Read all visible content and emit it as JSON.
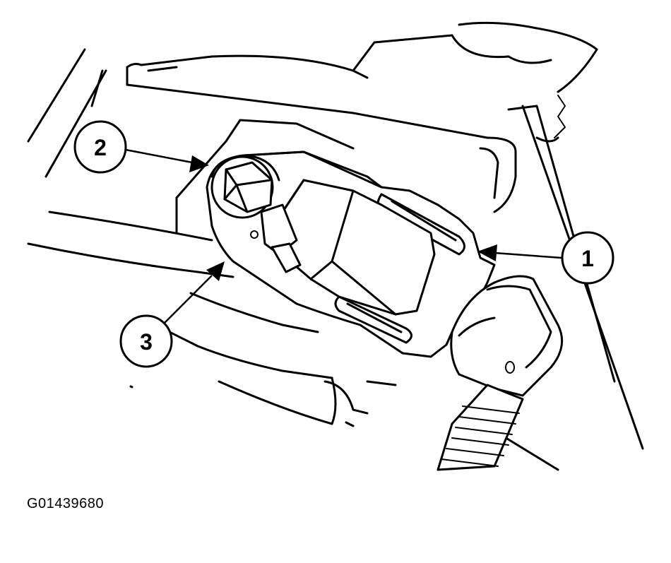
{
  "figure_id": "G01439680",
  "callouts": [
    {
      "number": "1"
    },
    {
      "number": "2"
    },
    {
      "number": "3"
    }
  ]
}
